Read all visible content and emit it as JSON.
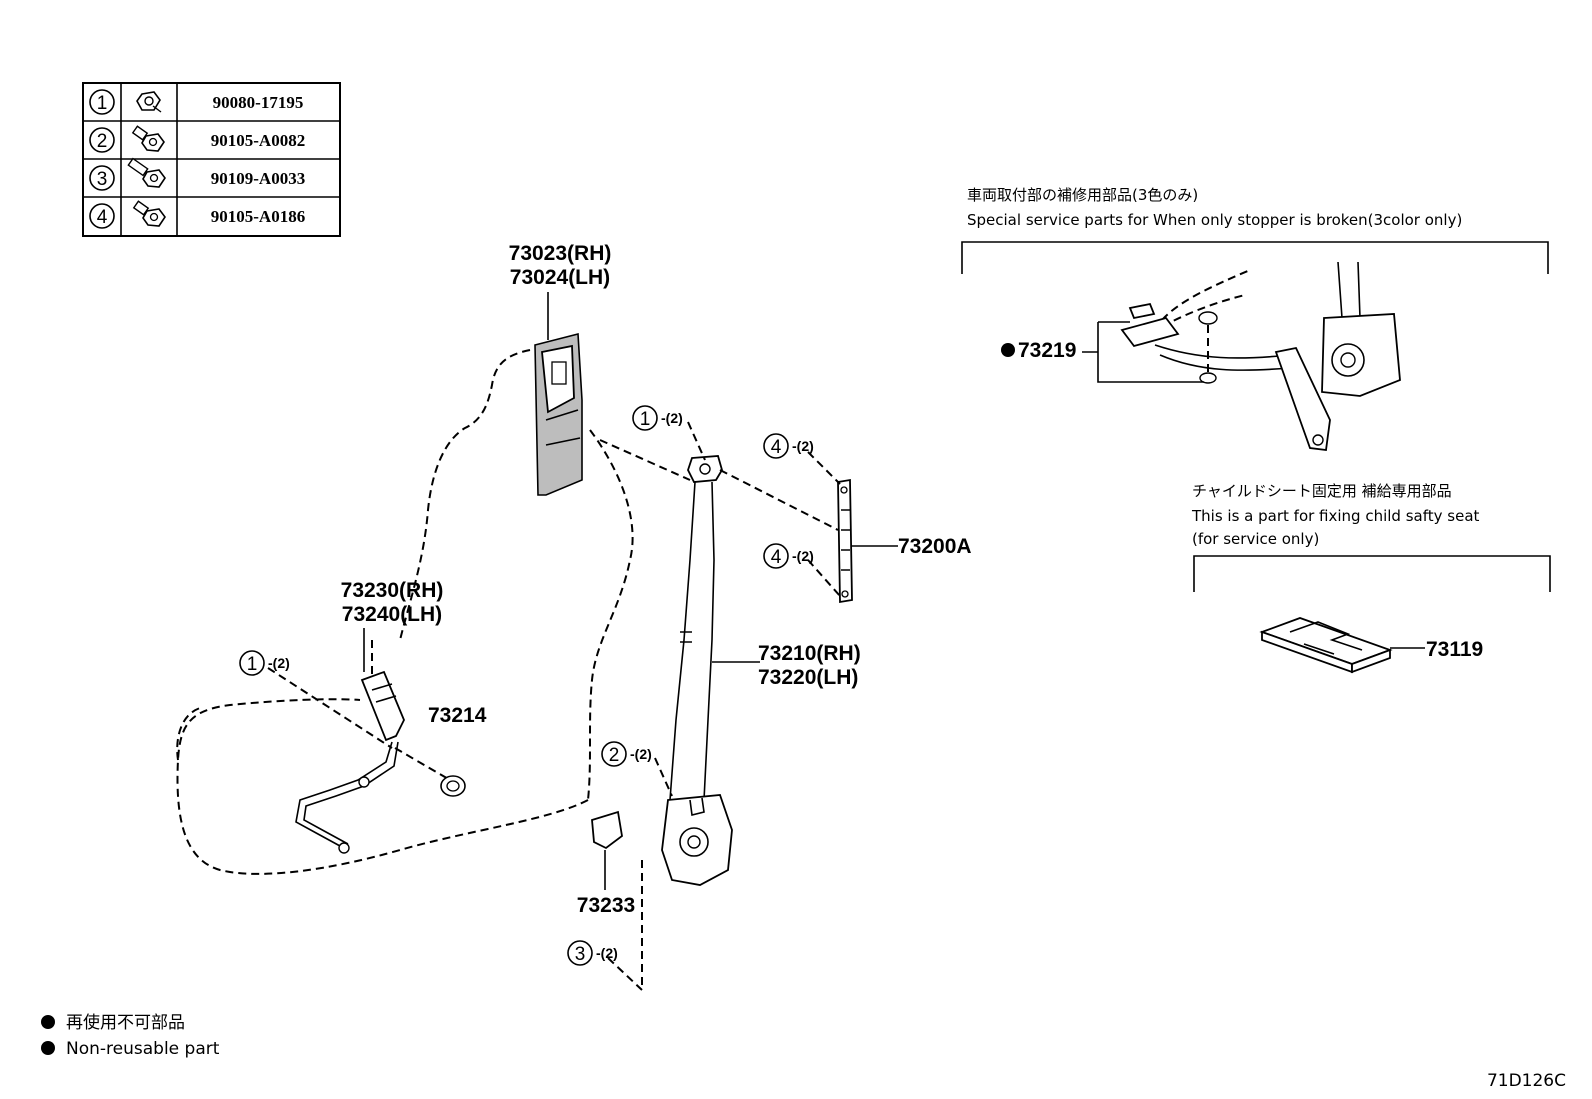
{
  "fastener_table": [
    {
      "num": "1",
      "part": "90080-17195"
    },
    {
      "num": "2",
      "part": "90105-A0082"
    },
    {
      "num": "3",
      "part": "90109-A0033"
    },
    {
      "num": "4",
      "part": "90105-A0186"
    }
  ],
  "labels": {
    "pillar_cover_rh": "73023(RH)",
    "pillar_cover_lh": "73024(LH)",
    "buckle_rh": "73230(RH)",
    "buckle_lh": "73240(LH)",
    "grommet": "73214",
    "retractor_rh": "73210(RH)",
    "retractor_lh": "73220(LH)",
    "adjuster": "73200A",
    "guide": "73233",
    "stopper": "73219",
    "child_seat_plate": "73119"
  },
  "callouts": {
    "c1_top_num": "1",
    "c1_top_qty": "-(2)",
    "c4_top_num": "4",
    "c4_top_qty": "-(2)",
    "c4_bot_num": "4",
    "c4_bot_qty": "-(2)",
    "c1_left_num": "1",
    "c1_left_qty": "-(2)",
    "c2_num": "2",
    "c2_qty": "-(2)",
    "c3_num": "3",
    "c3_qty": "-(2)"
  },
  "notes": {
    "stopper_jp": "車両取付部の補修用部品(3色のみ)",
    "stopper_en": "Special service parts for When only stopper is broken(3color only)",
    "child_jp": "チャイルドシート固定用 補給専用部品",
    "child_en_1": "This is a part for fixing child safty seat",
    "child_en_2": "(for service only)"
  },
  "legend": {
    "jp": "再使用不可部品",
    "en": "Non-reusable part"
  },
  "diagram_code": "71D126C"
}
